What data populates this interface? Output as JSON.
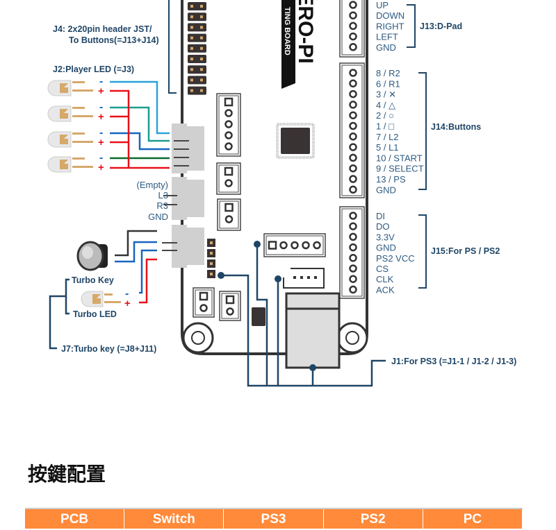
{
  "colors": {
    "label": "#2d5a80",
    "bracket": "#1f4566",
    "red": "#e8101a",
    "lightblue": "#29a3dc",
    "teal": "#1a9e8e",
    "blue": "#1565c0",
    "green": "#0b6b2d",
    "orange": "#ff8a3a"
  },
  "logo": {
    "main": "ZERO-PI",
    "band": "TING BOARD"
  },
  "labels": {
    "j4_line1": "J4: 2x20pin header JST/",
    "j4_line2": "To Buttons(=J13+J14)",
    "j2": "J2:Player LED (=J3)",
    "j13": "J13:D-Pad",
    "j14": "J14:Buttons",
    "j15": "J15:For PS / PS2",
    "j1": "J1:For PS3 (=J1-1 / J1-2 / J1-3)",
    "j7": "J7:Turbo key (=J8+J11)",
    "turbo_key": "Turbo Key",
    "turbo_led": "Turbo LED",
    "minus": "-",
    "plus": "+"
  },
  "dpad": [
    "UP",
    "DOWN",
    "RIGHT",
    "LEFT",
    "GND"
  ],
  "buttons": [
    "8 / R2",
    "6 / R1",
    "3 / ✕",
    "4 / △",
    "2 / ○",
    "1 / □",
    "7 / L2",
    "5 / L1",
    "10 / START",
    "9 / SELECT",
    "13 / PS",
    "GND"
  ],
  "ps": [
    "DI",
    "DO",
    "3.3V",
    "GND",
    "PS2 VCC",
    "CS",
    "CLK",
    "ACK"
  ],
  "jst_labels": [
    "(Empty)",
    "L3",
    "R3",
    "GND"
  ],
  "section_title": "按鍵配置",
  "table": {
    "headers": [
      "PCB",
      "Switch",
      "PS3",
      "PS2",
      "PC"
    ]
  }
}
